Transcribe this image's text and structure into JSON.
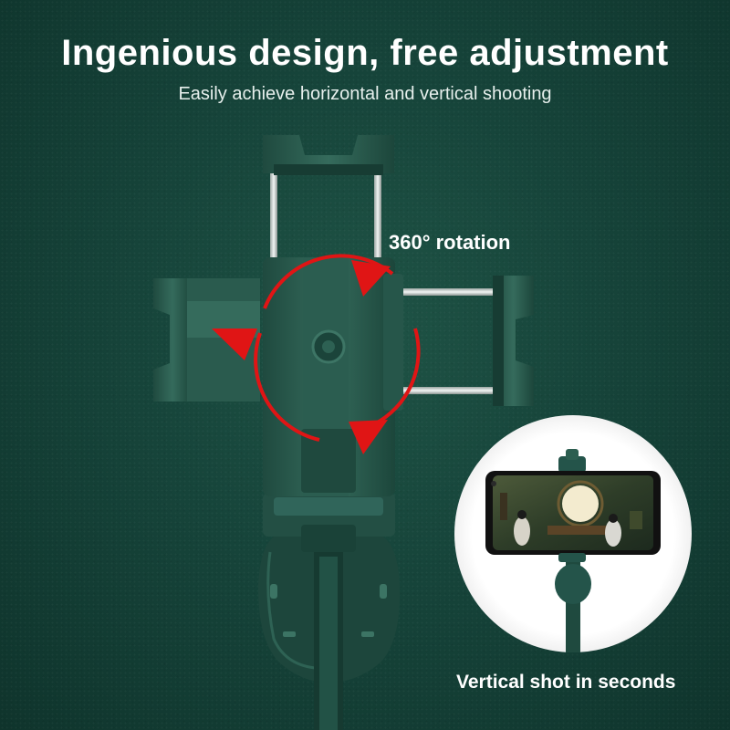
{
  "headline": "Ingenious design, free adjustment",
  "subheadline": "Easily achieve horizontal and vertical shooting",
  "callouts": {
    "rotation": "360° rotation",
    "vertical_shot": "Vertical shot in seconds"
  },
  "colors": {
    "background": "#16443a",
    "product_green": "#2c5e50",
    "arrow_red": "#e01515",
    "text": "#ffffff"
  }
}
